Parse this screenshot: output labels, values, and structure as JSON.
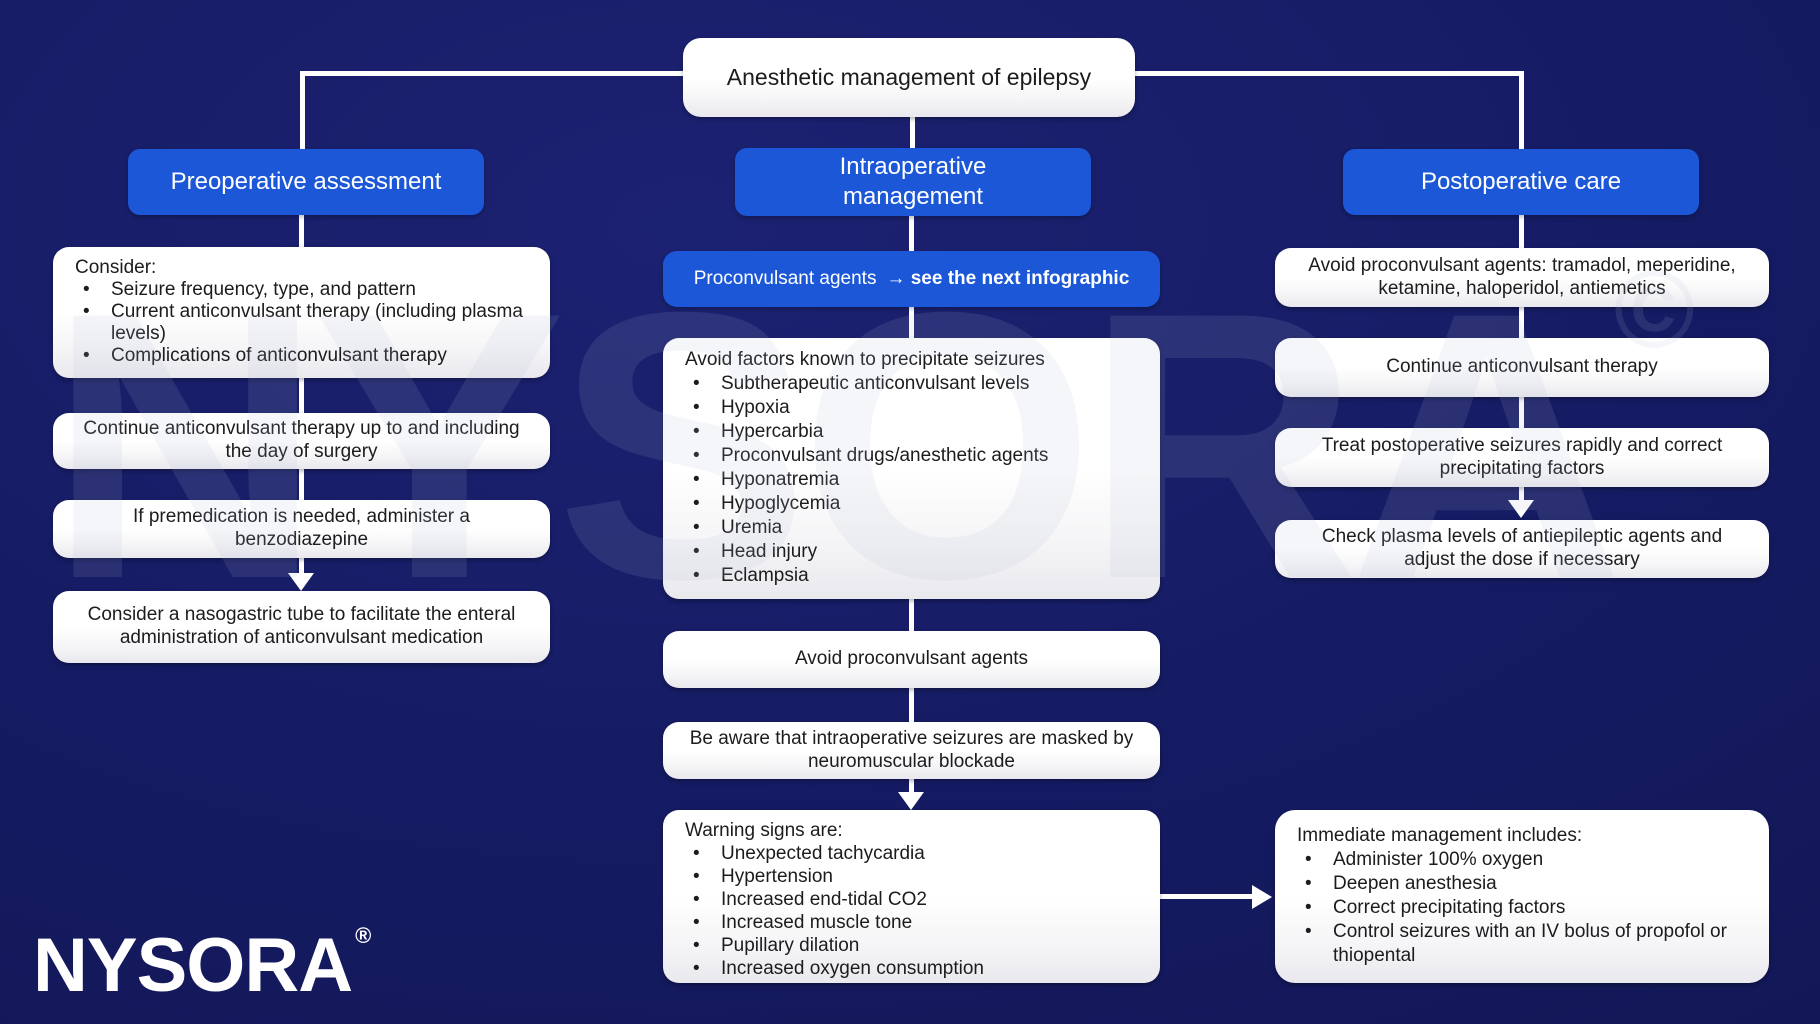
{
  "glyphs": {
    "bullet": "•"
  },
  "brand": {
    "logo_text": "NYSORA",
    "registered_mark": "®",
    "watermark_text": "NYSORA",
    "watermark_mark": "©"
  },
  "colors": {
    "background": "#151b62",
    "accent_blue": "#1b57d6",
    "box_white": "#ffffff",
    "text_dark": "#1c1c1e",
    "text_white": "#ffffff",
    "connector": "#ffffff"
  },
  "flowchart": {
    "root": {
      "label": "Anesthetic management of epilepsy"
    },
    "columns": [
      {
        "header": "Preoperative assessment",
        "boxes": [
          {
            "lead": "Consider:",
            "items": [
              "Seizure frequency, type, and pattern",
              "Current anticonvulsant therapy (including plasma levels)",
              "Complications of anticonvulsant therapy"
            ]
          },
          {
            "text": "Continue anticonvulsant therapy up to and including the day of surgery"
          },
          {
            "text": "If premedication is needed, administer a benzodiazepine"
          },
          {
            "text": "Consider a nasogastric tube to facilitate the enteral administration of anticonvulsant medication"
          }
        ]
      },
      {
        "header": "Intraoperative management",
        "callout": {
          "plain": "Proconvulsant agents",
          "bold": "→ see the next infographic"
        },
        "boxes": [
          {
            "lead": "Avoid factors known to precipitate seizures",
            "items": [
              "Subtherapeutic anticonvulsant levels",
              "Hypoxia",
              "Hypercarbia",
              "Proconvulsant drugs/anesthetic agents",
              "Hyponatremia",
              "Hypoglycemia",
              "Uremia",
              "Head injury",
              "Eclampsia"
            ]
          },
          {
            "text": "Avoid proconvulsant agents"
          },
          {
            "text": "Be aware that intraoperative seizures are masked by neuromuscular blockade"
          },
          {
            "lead": "Warning signs are:",
            "items": [
              "Unexpected tachycardia",
              "Hypertension",
              "Increased end-tidal CO2",
              "Increased muscle tone",
              "Pupillary dilation",
              "Increased oxygen consumption"
            ]
          }
        ]
      },
      {
        "header": "Postoperative care",
        "boxes": [
          {
            "text": "Avoid proconvulsant agents: tramadol, meperidine, ketamine, haloperidol, antiemetics"
          },
          {
            "text": "Continue anticonvulsant therapy"
          },
          {
            "text": "Treat postoperative seizures rapidly and correct precipitating factors"
          },
          {
            "text": "Check plasma levels of antiepileptic agents and adjust the dose if necessary"
          },
          {
            "lead": "Immediate management includes:",
            "items": [
              "Administer 100% oxygen",
              "Deepen anesthesia",
              "Correct precipitating factors",
              "Control seizures with an IV bolus of propofol or thiopental"
            ]
          }
        ]
      }
    ]
  }
}
